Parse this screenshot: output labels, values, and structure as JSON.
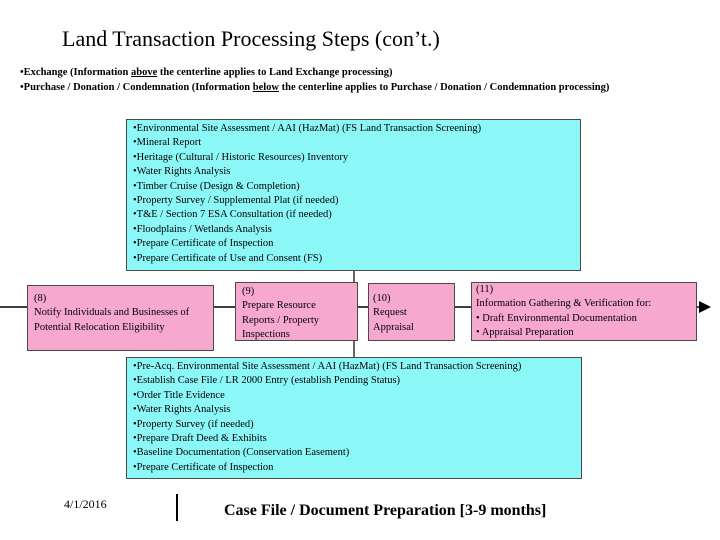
{
  "title": "Land Transaction Processing Steps (con’t.)",
  "notes": {
    "exchange": {
      "pre": "•Exchange (Information ",
      "emph": "above",
      "post": " the centerline applies to Land Exchange processing)"
    },
    "purchase": {
      "pre": "•Purchase / Donation / Condemnation (Information ",
      "emph": "below",
      "post": " the centerline applies to Purchase / Donation / Condemnation processing)"
    }
  },
  "top_box": {
    "items": [
      "•Environmental Site Assessment / AAI (HazMat) (FS Land Transaction Screening)",
      "•Mineral Report",
      "•Heritage (Cultural / Historic Resources) Inventory",
      "•Water Rights Analysis",
      "•Timber Cruise (Design & Completion)",
      "•Property Survey / Supplemental Plat (if needed)",
      "•T&E / Section 7 ESA Consultation (if needed)",
      "•Floodplains / Wetlands Analysis",
      "•Prepare Certificate of Inspection",
      "•Prepare Certificate of Use and Consent (FS)"
    ]
  },
  "steps": {
    "step8": {
      "lines": [
        "(8)",
        "Notify Individuals and Businesses of",
        "Potential Relocation Eligibility"
      ]
    },
    "step9": {
      "lines": [
        "(9)",
        "Prepare Resource",
        "Reports / Property",
        "Inspections"
      ]
    },
    "step10": {
      "lines": [
        "(10)",
        "Request",
        "Appraisal"
      ]
    },
    "step11": {
      "lines": [
        "(11)",
        "Information Gathering & Verification for:",
        "• Draft Environmental Documentation",
        "• Appraisal Preparation"
      ]
    }
  },
  "bottom_box": {
    "items": [
      "•Pre-Acq. Environmental Site Assessment / AAI (HazMat) (FS Land Transaction Screening)",
      "•Establish Case File / LR 2000 Entry (establish Pending Status)",
      "•Order Title Evidence",
      "•Water Rights Analysis",
      "•Property Survey (if needed)",
      "•Prepare Draft Deed & Exhibits",
      "•Baseline Documentation (Conservation Easement)",
      "•Prepare Certificate of Inspection"
    ]
  },
  "footer": {
    "date": "4/1/2016",
    "label": "Case File / Document Preparation [3-9 months]"
  },
  "colors": {
    "cyan_box": "#8cf7f7",
    "pink_box": "#f7a8cf",
    "arrow": "#000000"
  }
}
